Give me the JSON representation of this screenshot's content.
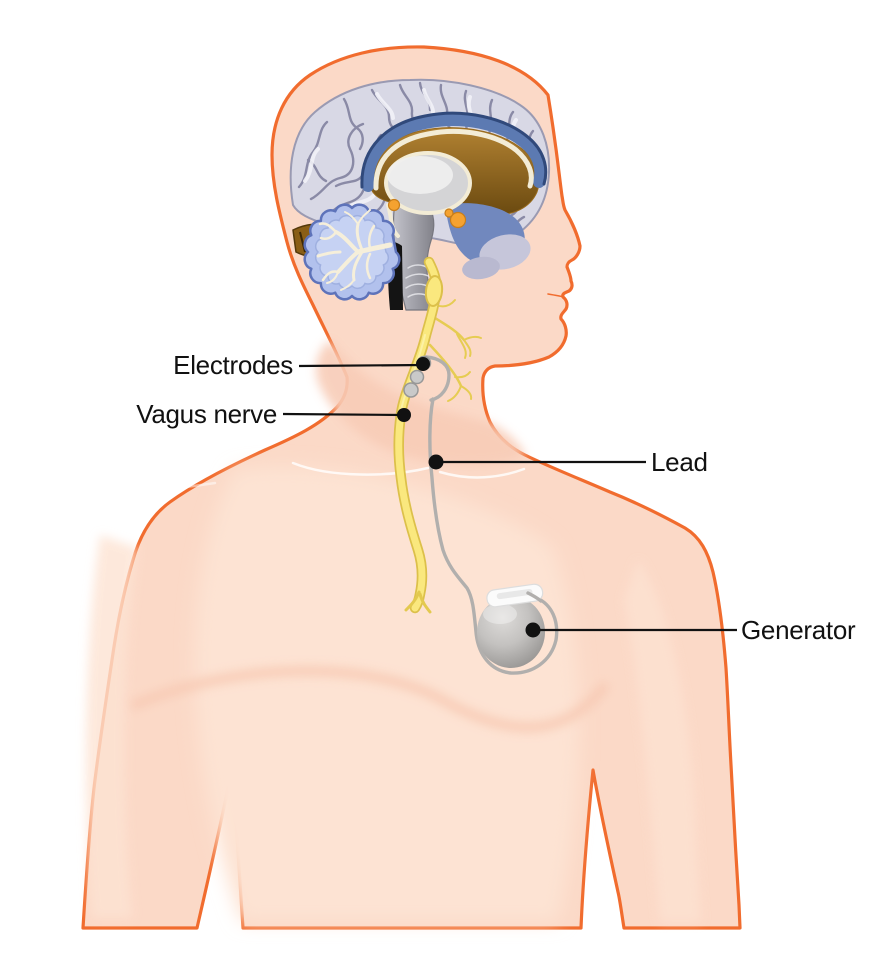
{
  "diagram": {
    "subject": "vagus nerve stimulation device in human body",
    "labels": {
      "electrodes": "Electrodes",
      "vagus_nerve": "Vagus nerve",
      "lead": "Lead",
      "generator": "Generator"
    },
    "colors": {
      "body_fill": "#FBD9C7",
      "body_outline": "#F16C2E",
      "body_light": "#FDE3D3",
      "body_shade": "#F8CCB7",
      "nerve_yellow": "#FAE87E",
      "nerve_edge": "#DCC04A",
      "lead_gray": "#B1AFAD",
      "electrode_gray": "#C9C9C9",
      "cerebrum_gray": "#D8D8E5",
      "gyri_gray": "#8A8AA6",
      "cerebellum_blue": "#B2C1ED",
      "cerebellum_edge": "#5E73BA",
      "arbor_vitae_cream": "#F6EFDA",
      "corpus_callosum_blue": "#5C7AB2",
      "corpus_callosum_brown": "#96691C",
      "brainstem_gray": "#9A9AA2",
      "nuclei_orange": "#F5A230",
      "label_text": "#111111",
      "leader_line": "#111111"
    }
  }
}
